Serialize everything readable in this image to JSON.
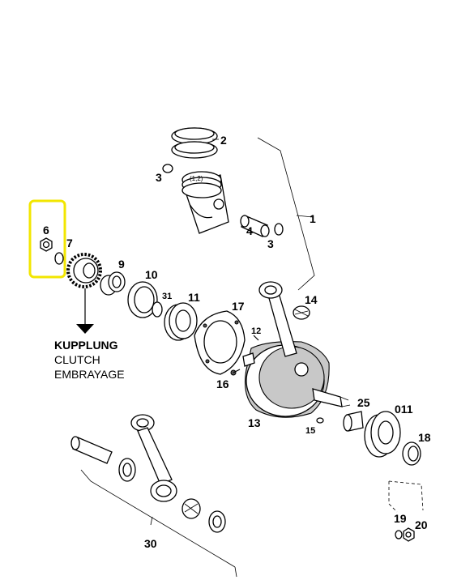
{
  "parts": {
    "p1": "1",
    "p2": "2",
    "p3a": "3",
    "p3b": "3",
    "p4": "4",
    "p6": "6",
    "p7": "7",
    "p9": "9",
    "p10": "10",
    "p31": "31",
    "p11": "11",
    "p17": "17",
    "p12": "12",
    "p16": "16",
    "p14": "14",
    "p13": "13",
    "p15": "15",
    "p25": "25",
    "p011": "011",
    "p18": "18",
    "p19": "19",
    "p20": "20",
    "p30": "30",
    "piston_mark": "(1,2)"
  },
  "clutch": {
    "line1": "KUPPLUNG",
    "line2": "CLUTCH",
    "line3": "EMBRAYAGE"
  },
  "highlight": {
    "color": "#f2e600",
    "part": "6"
  }
}
